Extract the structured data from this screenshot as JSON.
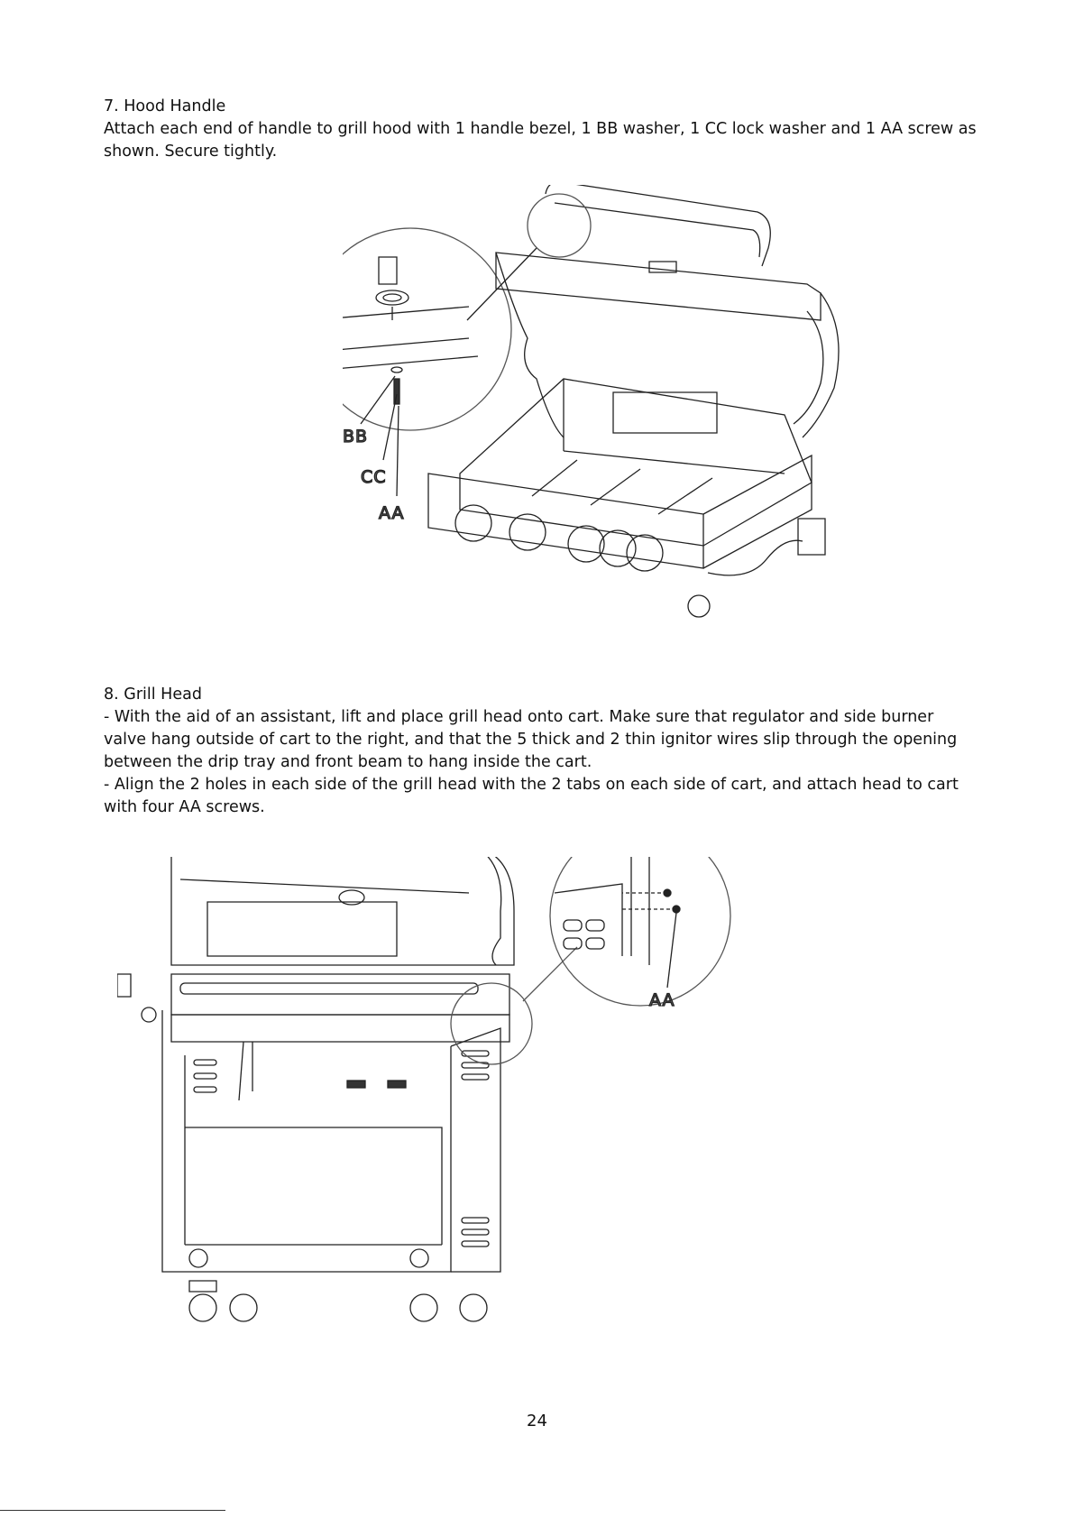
{
  "step7": {
    "heading": "7. Hood Handle",
    "lines": [
      "Attach each end of handle to grill hood with 1 handle bezel, 1 BB washer, 1 CC lock washer and 1 AA screw as",
      "shown. Secure tightly."
    ],
    "callouts": [
      "BB",
      "CC",
      "AA"
    ]
  },
  "step8": {
    "heading": "8. Grill Head",
    "lines": [
      "- With the aid of an assistant, lift and place grill head onto cart. Make sure that regulator and side burner",
      "valve hang outside of cart to the right, and that the 5 thick and 2 thin ignitor wires slip through the opening",
      "between the drip tray and front beam to hang inside the cart.",
      "- Align the 2 holes in each side of the grill head with the 2 tabs on each side of cart, and attach head to cart",
      "with four AA screws."
    ],
    "callouts": [
      "AA"
    ]
  },
  "page_number": "24"
}
